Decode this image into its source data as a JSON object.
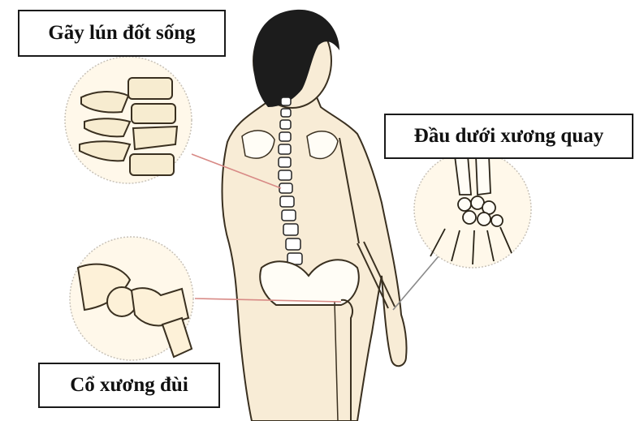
{
  "labels": {
    "spine_fracture": "Gãy lún đốt sống",
    "distal_radius": "Đầu dưới xương quay",
    "femoral_neck": "Cổ xương đùi"
  },
  "colors": {
    "skin": "#f8ecd6",
    "outline": "#3a3020",
    "hair": "#1c1c1c",
    "pointer_line": "#d88a86",
    "bone": "#fffdf6"
  }
}
